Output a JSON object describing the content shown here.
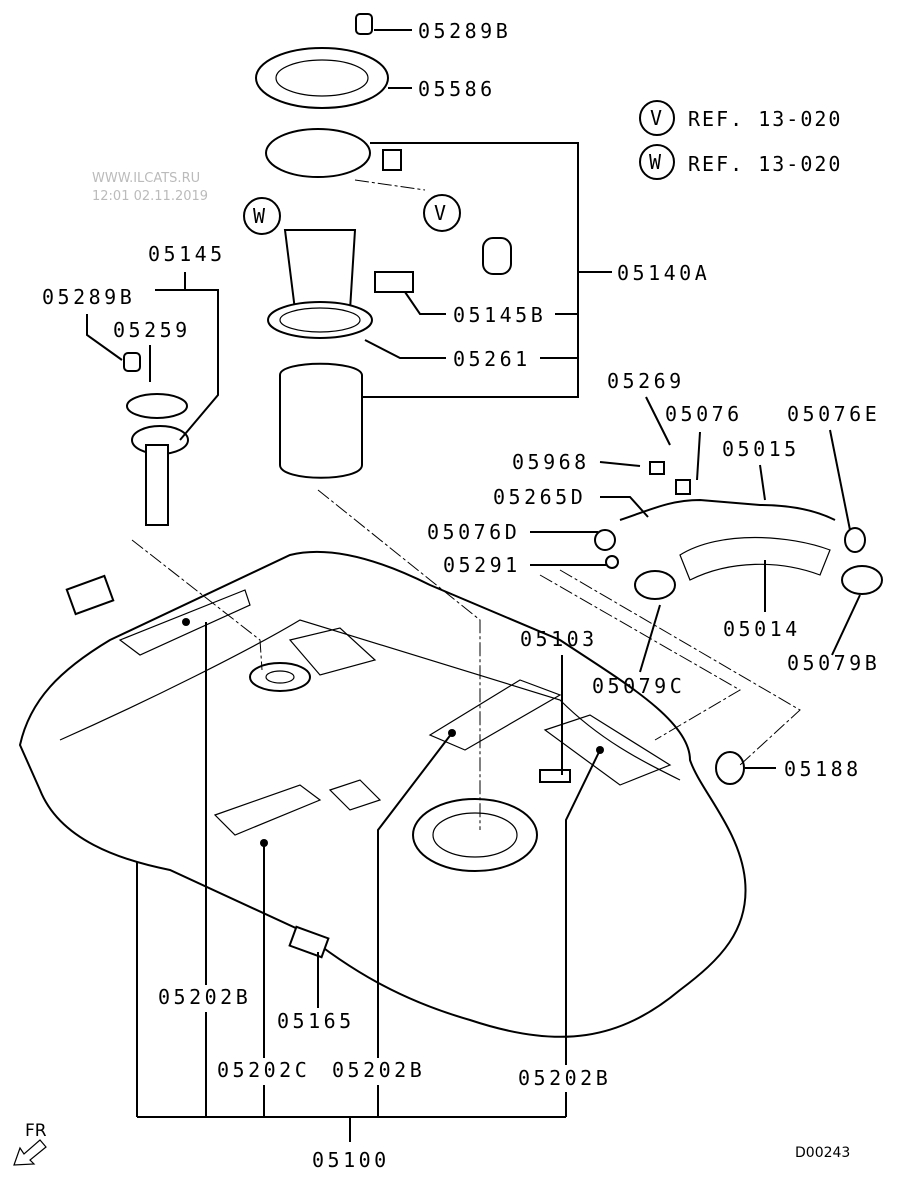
{
  "diagram": {
    "code": "D00243",
    "direction_label": "FR",
    "watermark": [
      "WWW.ILCATS.RU",
      "12:01 02.11.2019"
    ],
    "references": [
      {
        "marker": "V",
        "text": "REF. 13-020"
      },
      {
        "marker": "W",
        "text": "REF. 13-020"
      }
    ],
    "inline_markers": [
      "V",
      "W"
    ],
    "parts": {
      "p05289B_top": "05289B",
      "p05586": "05586",
      "p05140A": "05140A",
      "p05145B": "05145B",
      "p05261": "05261",
      "p05145": "05145",
      "p05289B_left": "05289B",
      "p05259": "05259",
      "p05269": "05269",
      "p05076": "05076",
      "p05076E": "05076E",
      "p05968": "05968",
      "p05015": "05015",
      "p05265D": "05265D",
      "p05076D": "05076D",
      "p05291": "05291",
      "p05014": "05014",
      "p05103": "05103",
      "p05079C": "05079C",
      "p05079B": "05079B",
      "p05188": "05188",
      "p05202B_a": "05202B",
      "p05165": "05165",
      "p05202C": "05202C",
      "p05202B_b": "05202B",
      "p05202B_c": "05202B",
      "p05100": "05100"
    }
  }
}
